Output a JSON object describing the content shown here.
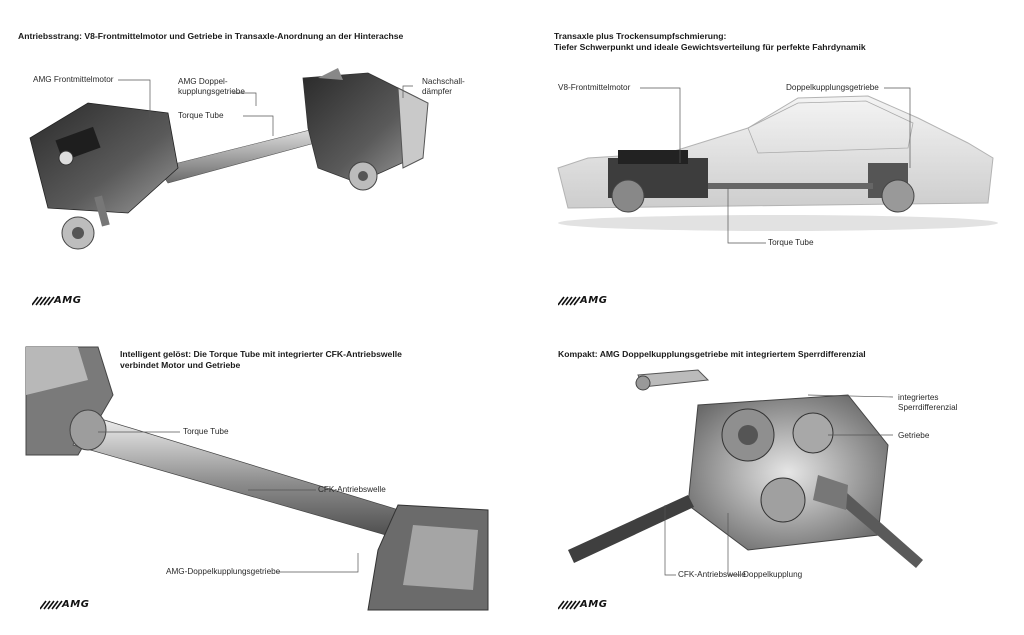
{
  "panels": [
    {
      "title": "Antriebsstrang: V8-Frontmittelmotor und Getriebe in Transaxle-Anordnung an der Hinterachse",
      "labels": [
        "AMG Frontmittelmotor",
        "AMG Doppel-",
        "kupplungsgetriebe",
        "Torque Tube",
        "Nachschall-",
        "dämpfer"
      ],
      "logo": "AMG"
    },
    {
      "title_line1": "Transaxle plus Trockensumpfschmierung:",
      "title_line2": "Tiefer Schwerpunkt und ideale Gewichtsverteilung für perfekte Fahrdynamik",
      "labels": [
        "V8-Frontmittelmotor",
        "Doppelkupplungsgetriebe",
        "Torque Tube"
      ],
      "logo": "AMG"
    },
    {
      "title_line1": "Intelligent gelöst: Die Torque Tube mit integrierter CFK-Antriebswelle",
      "title_line2": "verbindet Motor und Getriebe",
      "labels": [
        "Torque Tube",
        "CFK-Antriebswelle",
        "AMG-Doppelkupplungsgetriebe"
      ],
      "logo": "AMG"
    },
    {
      "title": "Kompakt: AMG Doppelkupplungsgetriebe mit integriertem Sperrdifferenzial",
      "labels": [
        "integriertes",
        "Sperrdifferenzial",
        "Getriebe",
        "CFK-Antriebswelle",
        "Doppelkupplung"
      ],
      "logo": "AMG"
    }
  ],
  "colors": {
    "metal_dark": "#3a3a3a",
    "metal_mid": "#8a8a8a",
    "metal_light": "#d4d4d4"
  }
}
